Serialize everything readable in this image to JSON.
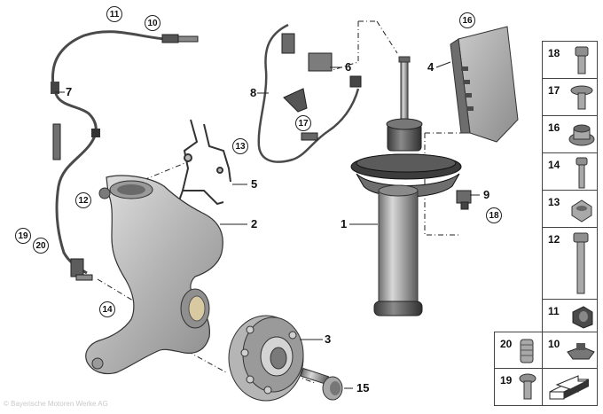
{
  "diagram": {
    "callouts": {
      "c11": "11",
      "c10": "10",
      "c12": "12",
      "c13": "13",
      "c17": "17",
      "c16": "16",
      "c18": "18",
      "c19": "19",
      "c20": "20",
      "c14": "14"
    },
    "labels": {
      "l7": "7",
      "l8": "8",
      "l6": "6",
      "l4": "4",
      "l5": "5",
      "l2": "2",
      "l1": "1",
      "l9": "9",
      "l3": "3",
      "l15": "15"
    },
    "legend": [
      {
        "num": "18",
        "icon": "bolt-hex-socket-short-icon"
      },
      {
        "num": "17",
        "icon": "flange-bolt-short-icon"
      },
      {
        "num": "16",
        "icon": "flange-nut-icon"
      },
      {
        "num": "14",
        "icon": "bolt-medium-icon"
      },
      {
        "num": "13",
        "icon": "hex-nut-icon"
      },
      {
        "num": "12",
        "icon": "long-bolt-icon"
      },
      {
        "num": "11",
        "icon": "cable-clip-icon"
      },
      {
        "num": "10",
        "icon": "sensor-bracket-icon"
      },
      {
        "num": "20",
        "icon": "threaded-insert-icon"
      },
      {
        "num": "19",
        "icon": "screw-icon"
      }
    ],
    "watermark": "© Bayerische Motoren Werke AG"
  }
}
